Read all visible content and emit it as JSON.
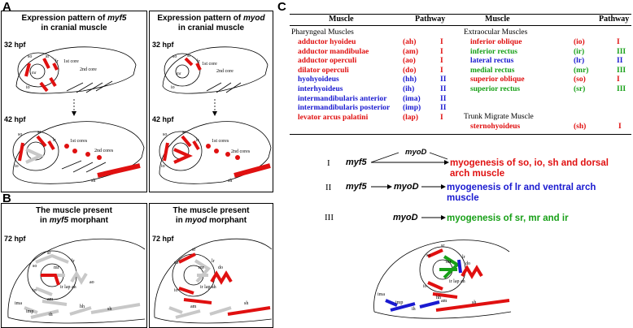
{
  "panels": {
    "A": {
      "letter": "A",
      "left_title_1": "Expression pattern of ",
      "left_gene": "myf5",
      "left_title_2": "in cranial muscle",
      "right_title_1": "Expression pattern of ",
      "right_gene": "myod",
      "right_title_2": "in cranial muscle",
      "stage_early": "32 hpf",
      "stage_late": "42 hpf"
    },
    "B": {
      "letter": "B",
      "left_title_1": "The muscle present",
      "left_title_2a": "in ",
      "left_gene": "myf5",
      "left_title_2b": " morphant",
      "right_title_1": "The muscle present",
      "right_title_2a": "in ",
      "right_gene": "myod",
      "right_title_2b": " morphant",
      "stage": "72 hpf"
    },
    "C": {
      "letter": "C"
    }
  },
  "diagram_labels": {
    "so": "so",
    "sr": "sr",
    "lr": "lr",
    "mr": "mr",
    "io": "io",
    "ir": "ir",
    "core1": "1st core",
    "core2": "2nd core",
    "cores1": "1st cores",
    "cores2": "2nd cores",
    "do": "do",
    "am": "am",
    "sh": "sh",
    "ih": "ih",
    "hh": "hh",
    "ima": "ima",
    "imp": "imp",
    "lap": "lap",
    "ah": "ah",
    "ao": "ao",
    "irlap": "ir lap ah"
  },
  "table": {
    "col_muscle": "Muscle",
    "col_pathway": "Pathway",
    "pharyngeal_heading": "Pharyngeal Muscles",
    "extraocular_heading": "Extraocular Muscles",
    "trunk_heading": "Trunk Migrate Muscle",
    "pharyngeal": [
      {
        "name": "adductor hyoideu",
        "abbr": "(ah)",
        "pathway": "I",
        "color": "red"
      },
      {
        "name": "adductor mandibulae",
        "abbr": "(am)",
        "pathway": "I",
        "color": "red"
      },
      {
        "name": "adductor operculi",
        "abbr": "(ao)",
        "pathway": "I",
        "color": "red"
      },
      {
        "name": "dilator operculi",
        "abbr": "(do)",
        "pathway": "I",
        "color": "red"
      },
      {
        "name": "hyohyoideus",
        "abbr": "(hh)",
        "pathway": "II",
        "color": "blue"
      },
      {
        "name": "interhyoideus",
        "abbr": "(ih)",
        "pathway": "II",
        "color": "blue"
      },
      {
        "name": "intermandibularis anterior",
        "abbr": "(ima)",
        "pathway": "II",
        "color": "blue"
      },
      {
        "name": "intermandibularis posterior",
        "abbr": "(imp)",
        "pathway": "II",
        "color": "blue"
      },
      {
        "name": "levator arcus palatini",
        "abbr": "(lap)",
        "pathway": "I",
        "color": "red"
      }
    ],
    "extraocular": [
      {
        "name": "inferior oblique",
        "abbr": "(io)",
        "pathway": "I",
        "color": "red"
      },
      {
        "name": "inferior rectus",
        "abbr": "(ir)",
        "pathway": "III",
        "color": "green"
      },
      {
        "name": "lateral rectus",
        "abbr": "(lr)",
        "pathway": "II",
        "color": "blue"
      },
      {
        "name": "medial rectus",
        "abbr": "(mr)",
        "pathway": "III",
        "color": "green"
      },
      {
        "name": "superior oblique",
        "abbr": "(so)",
        "pathway": "I",
        "color": "red"
      },
      {
        "name": "superior rectus",
        "abbr": "(sr)",
        "pathway": "III",
        "color": "green"
      }
    ],
    "trunk": [
      {
        "name": "sternohyoideus",
        "abbr": "(sh)",
        "pathway": "I",
        "color": "red"
      }
    ]
  },
  "pathways": [
    {
      "numeral": "I",
      "gene_a": "myf5",
      "gene_mid": "myoD",
      "outcome": "myogenesis of so, io, sh and dorsal arch muscle"
    },
    {
      "numeral": "II",
      "gene_a": "myf5",
      "gene_b": "myoD",
      "outcome": "myogenesis of lr and ventral arch muscle"
    },
    {
      "numeral": "III",
      "gene_b": "myoD",
      "outcome": "myogenesis of sr, mr and ir"
    }
  ],
  "colors": {
    "red": "#e01010",
    "blue": "#1a1ad0",
    "green": "#18a018",
    "grey": "#c8c8c8"
  }
}
